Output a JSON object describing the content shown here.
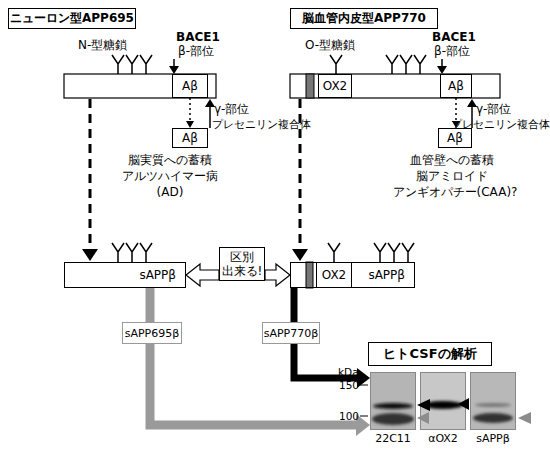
{
  "diagram": {
    "nodes": [
      {
        "text": [
          "ニューロン型APP695"
        ]
      },
      {
        "text": [
          "脳血管内皮型APP770"
        ]
      },
      {
        "text": [
          "Aβ"
        ]
      },
      {
        "text": [
          "OX2"
        ]
      },
      {
        "text": [
          "Aβ"
        ]
      },
      {
        "text": [
          "Aβ"
        ]
      },
      {
        "text": [
          "Aβ"
        ]
      },
      {
        "text": [
          "sAPPβ"
        ]
      },
      {
        "text": [
          "sAPPβ"
        ]
      },
      {
        "text": [
          "OX2"
        ],
        "in": 8
      },
      {
        "text": [
          "区別 出来る!"
        ]
      },
      {
        "text": [
          "sAPP695β"
        ]
      },
      {
        "text": [
          "sAPP770β"
        ]
      },
      {
        "text": [
          "ヒトCSFの解析"
        ]
      },
      {
        "text": [
          "22C11"
        ]
      },
      {
        "text": [
          "αOX2"
        ]
      },
      {
        "text": [
          "sAPPβ"
        ]
      }
    ],
    "edges": [
      {
        "from": 2,
        "to": 5,
        "arrow": "to"
      },
      {
        "from": 4,
        "to": 6,
        "arrow": "to"
      },
      {
        "from": 10,
        "to": 7,
        "arrow": "to"
      },
      {
        "from": 10,
        "to": 8,
        "arrow": "to"
      },
      {
        "from": 7,
        "to": 11,
        "arrow": "none"
      },
      {
        "from": 11,
        "to": 14,
        "arrow": "to"
      },
      {
        "from": 8,
        "to": 12,
        "arrow": "none"
      },
      {
        "from": 12,
        "to": 14,
        "arrow": "to"
      }
    ],
    "labels": [
      "N-型糖鎖",
      "BACE1",
      "β-部位",
      "γ-部位",
      "プレセニリン複合体",
      "脳実質への蓄積",
      "アルツハイマー病",
      "(AD)",
      "O-型糖鎖",
      "BACE1",
      "β-部位",
      "γ-部位",
      "プレセニリン複合体",
      "血管壁への蓄積",
      "脳アミロイド",
      "アンギオパチー(CAA)?",
      "kDa",
      "150",
      "100"
    ]
  }
}
